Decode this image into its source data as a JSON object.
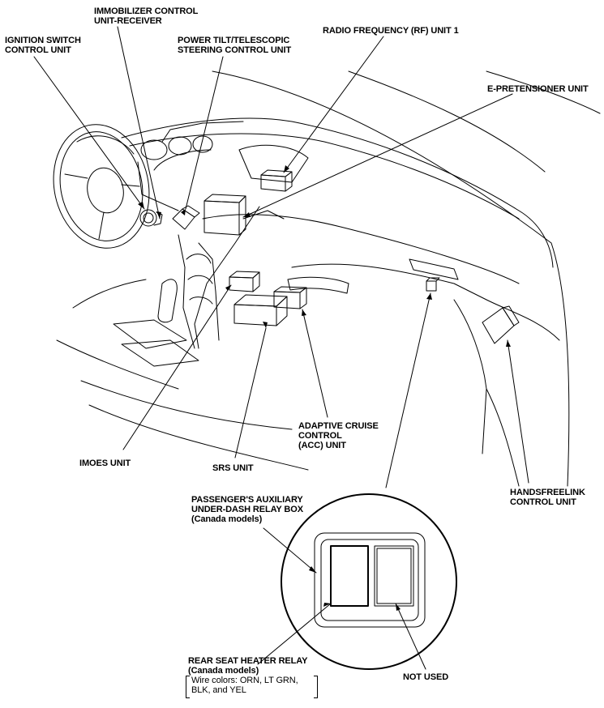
{
  "labels": {
    "immobilizer": [
      "IMMOBILIZER CONTROL",
      "UNIT-RECEIVER"
    ],
    "ignition": [
      "IGNITION SWITCH",
      "CONTROL UNIT"
    ],
    "power_tilt": [
      "POWER TILT/TELESCOPIC",
      "STEERING CONTROL UNIT"
    ],
    "rf_unit": [
      "RADIO FREQUENCY (RF) UNIT 1"
    ],
    "e_pretensioner": [
      "E-PRETENSIONER UNIT"
    ],
    "acc": [
      "ADAPTIVE CRUISE",
      "CONTROL",
      "(ACC) UNIT"
    ],
    "imoes": [
      "IMOES UNIT"
    ],
    "srs": [
      "SRS UNIT"
    ],
    "handsfreelink": [
      "HANDSFREELINK",
      "CONTROL UNIT"
    ],
    "passenger_relay_box": [
      "PASSENGER'S AUXILIARY",
      "UNDER-DASH RELAY BOX",
      "(Canada models)"
    ],
    "rear_seat_relay": [
      "REAR SEAT HEATER RELAY",
      "(Canada models)"
    ],
    "wire_colors": [
      "Wire colors: ORN, LT GRN,",
      "BLK, and YEL"
    ],
    "not_used": [
      "NOT USED"
    ]
  },
  "colors": {
    "ink": "#000000",
    "paper": "#ffffff"
  }
}
